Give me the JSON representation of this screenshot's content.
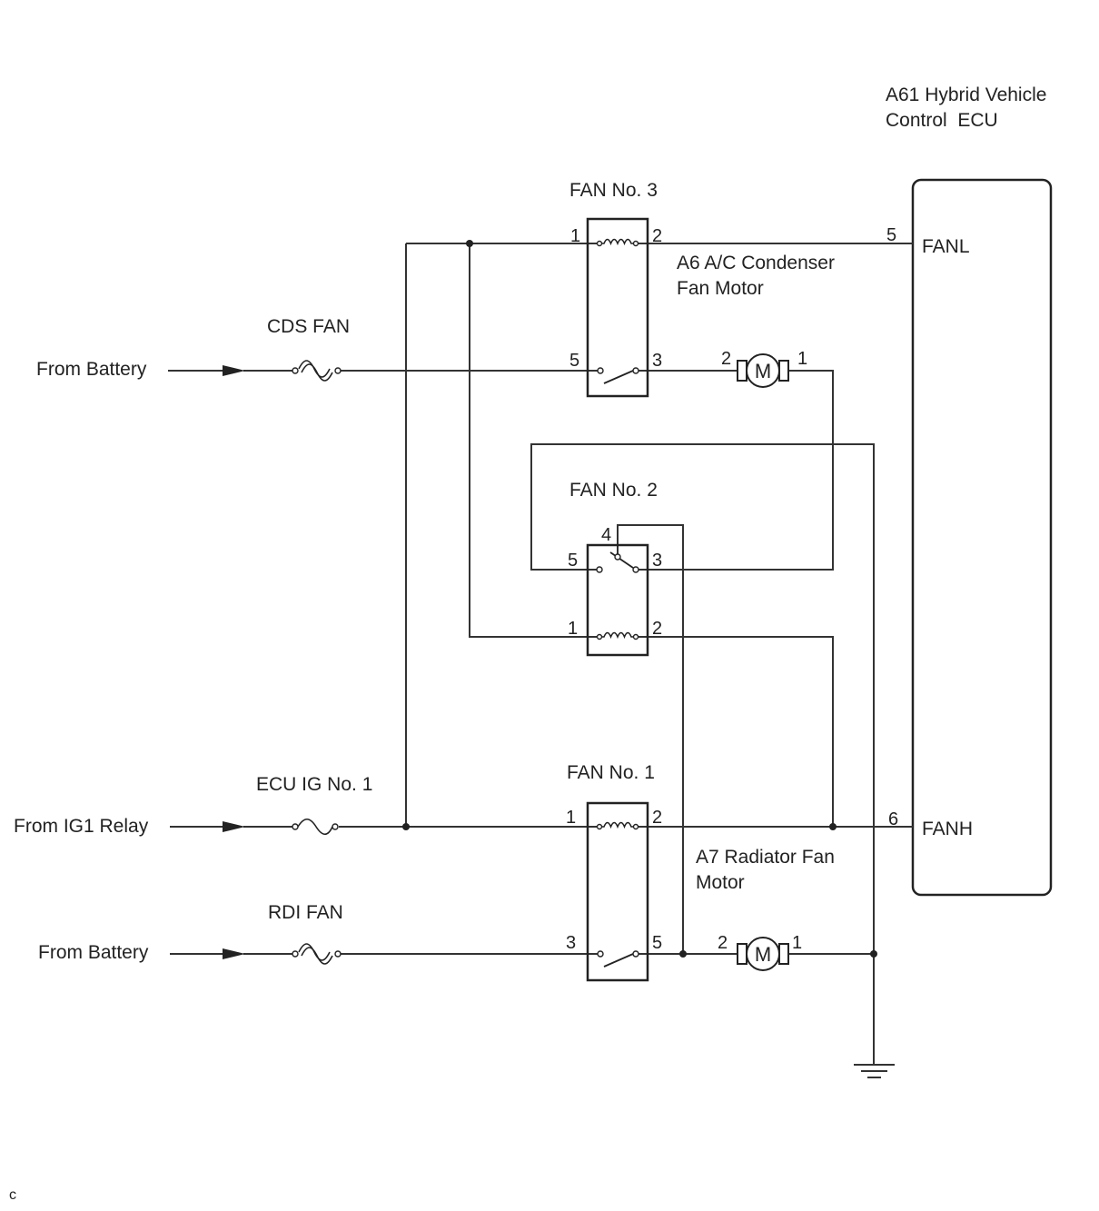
{
  "ecu": {
    "title_line1": "A61 Hybrid Vehicle",
    "title_line2": "Control  ECU",
    "terminal_fanl": {
      "pin": "5",
      "label": "FANL"
    },
    "terminal_fanh": {
      "pin": "6",
      "label": "FANH"
    }
  },
  "relays": {
    "fan3": {
      "title": "FAN No. 3",
      "pin_coil_in": "1",
      "pin_coil_out": "2",
      "pin_switch_in": "5",
      "pin_switch_out": "3"
    },
    "fan2": {
      "title": "FAN No. 2",
      "pin_common": "4",
      "pin_switch_left": "5",
      "pin_switch_right": "3",
      "pin_coil_in": "1",
      "pin_coil_out": "2"
    },
    "fan1": {
      "title": "FAN No. 1",
      "pin_coil_in": "1",
      "pin_coil_out": "2",
      "pin_switch_in": "3",
      "pin_switch_out": "5"
    }
  },
  "motors": {
    "a6": {
      "title_line1": "A6 A/C Condenser",
      "title_line2": "Fan Motor",
      "symbol": "M",
      "pin_left": "2",
      "pin_right": "1"
    },
    "a7": {
      "title_line1": "A7 Radiator Fan",
      "title_line2": "Motor",
      "symbol": "M",
      "pin_left": "2",
      "pin_right": "1"
    }
  },
  "fuses": {
    "cds_fan": "CDS FAN",
    "ecu_ig_no1": "ECU IG No. 1",
    "rdi_fan": "RDI FAN"
  },
  "sources": {
    "battery_top": "From Battery",
    "ig1_relay": "From IG1 Relay",
    "battery_bottom": "From Battery"
  },
  "corner_mark": "c"
}
